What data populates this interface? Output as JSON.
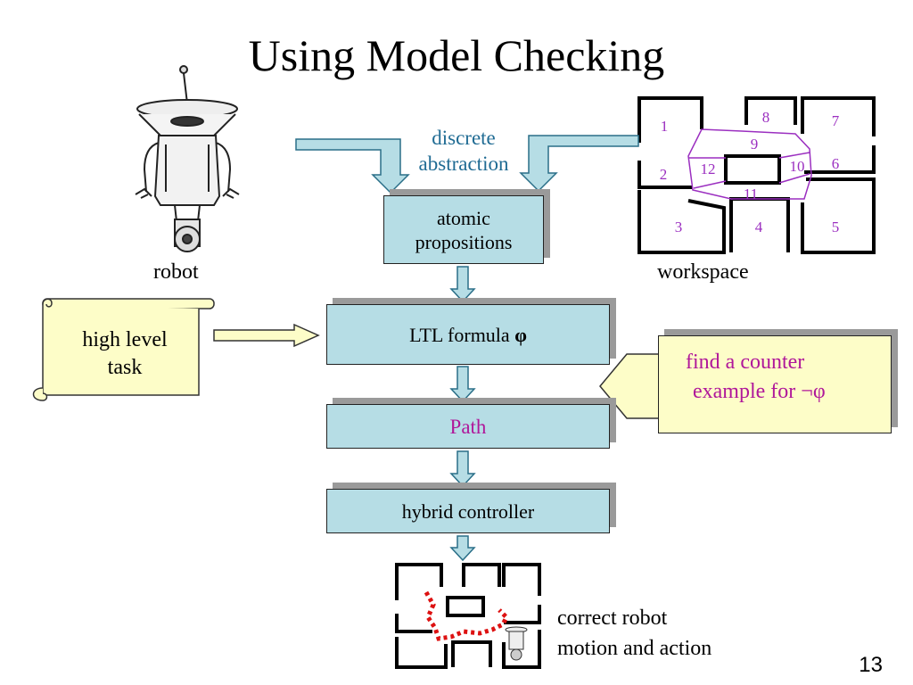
{
  "slide": {
    "title": "Using Model Checking",
    "page_number": "13"
  },
  "labels": {
    "robot": "robot",
    "workspace": "workspace",
    "discrete_line1": "discrete",
    "discrete_line2": "abstraction",
    "high_level_line1": "high level",
    "high_level_line2": "task",
    "counter_line1": "find a counter",
    "counter_line2": "example for ¬φ",
    "outcome_line1": "correct robot",
    "outcome_line2": "motion and action"
  },
  "boxes": {
    "atomic_line1": "atomic",
    "atomic_line2": "propositions",
    "ltl_label": "LTL formula ",
    "ltl_symbol": "φ",
    "path": "Path",
    "hybrid": "hybrid controller"
  },
  "regions": [
    "1",
    "2",
    "3",
    "4",
    "5",
    "6",
    "7",
    "8",
    "9",
    "10",
    "11",
    "12"
  ],
  "colors": {
    "box_fill": "#b6dde5",
    "scroll_fill": "#fdfdc8",
    "accent_blue": "#1f6b93",
    "accent_magenta": "#b0179a",
    "path_red": "#dd1111"
  },
  "icons": {
    "robot": "robot-icon",
    "scroll": "scroll-icon",
    "workspace": "workspace-map-icon",
    "motion": "motion-map-icon"
  }
}
